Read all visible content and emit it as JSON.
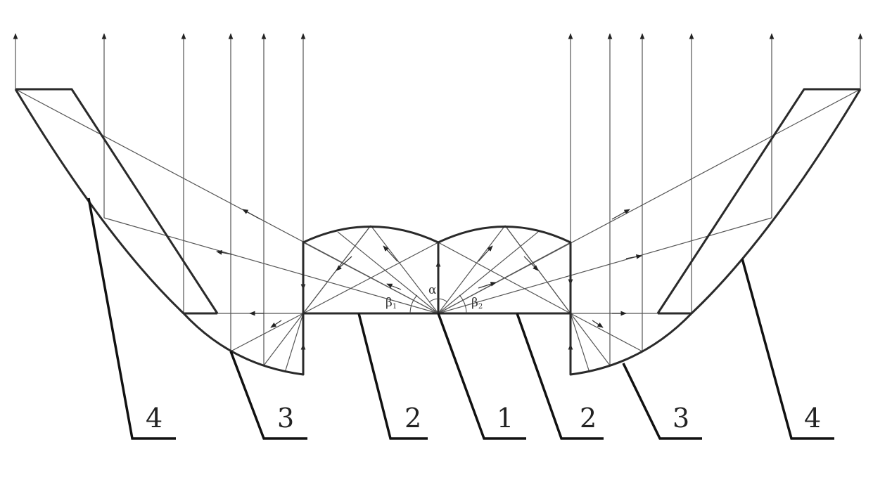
{
  "angles": {
    "alpha": "α",
    "beta1": "β",
    "beta1_sub": "1",
    "beta2": "β",
    "beta2_sub": "2"
  },
  "callouts": {
    "far_left": "4",
    "mid_left": "3",
    "inner_left": "2",
    "center": "1",
    "inner_right": "2",
    "mid_right": "3",
    "far_right": "4"
  },
  "colors": {
    "outline": "#2a2a2a",
    "ray": "#555555",
    "background": "#ffffff"
  }
}
